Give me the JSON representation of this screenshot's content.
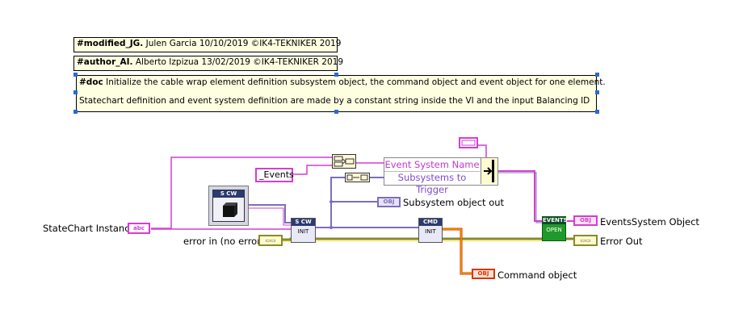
{
  "comments": {
    "modified_tag": "#modified_JG.",
    "modified_text": "Julen Garcia 10/10/2019 ©IK4-TEKNIKER 2019",
    "author_tag": "#author_AI.",
    "author_text": "Alberto Izpizua 13/02/2019 ©IK4-TEKNIKER 2019",
    "doc_tag": "#doc",
    "doc_line1": "Initialize the cable wrap element definition subsystem object, the command object and event object for one element.",
    "doc_line2": "Statechart definition and event system definition are made by a constant string inside the VI and the input Balancing ID"
  },
  "labels": {
    "statechart_instance": "StateChart Instance",
    "error_in": "error in (no error)",
    "events_const": "_Events",
    "subsystem_out": "Subsystem object out",
    "command_object": "Command object",
    "events_system_object": "EventsSystem Object",
    "error_out": "Error Out"
  },
  "bundle": {
    "field1": "Event System Name",
    "field2": "Subsystems to Trigger"
  },
  "nodes": {
    "scw_header": "S CW",
    "scw_init": "INIT",
    "cmd_header": "CMD",
    "cmd_init": "INIT",
    "events_header": "EVENTS",
    "events_open": "OPEN",
    "scw_const_header": "S CW"
  },
  "terminals": {
    "abc": "abc",
    "obj": "OBJ",
    "err": "⊞"
  },
  "colors": {
    "string_wire": "#d43fcf",
    "class_wire": "#7d6dbd",
    "error_wire": "#8a8a2a",
    "cmd_wire": "#d23a00",
    "comment_bg": "#fefee1",
    "events_node": "#138a1c"
  }
}
